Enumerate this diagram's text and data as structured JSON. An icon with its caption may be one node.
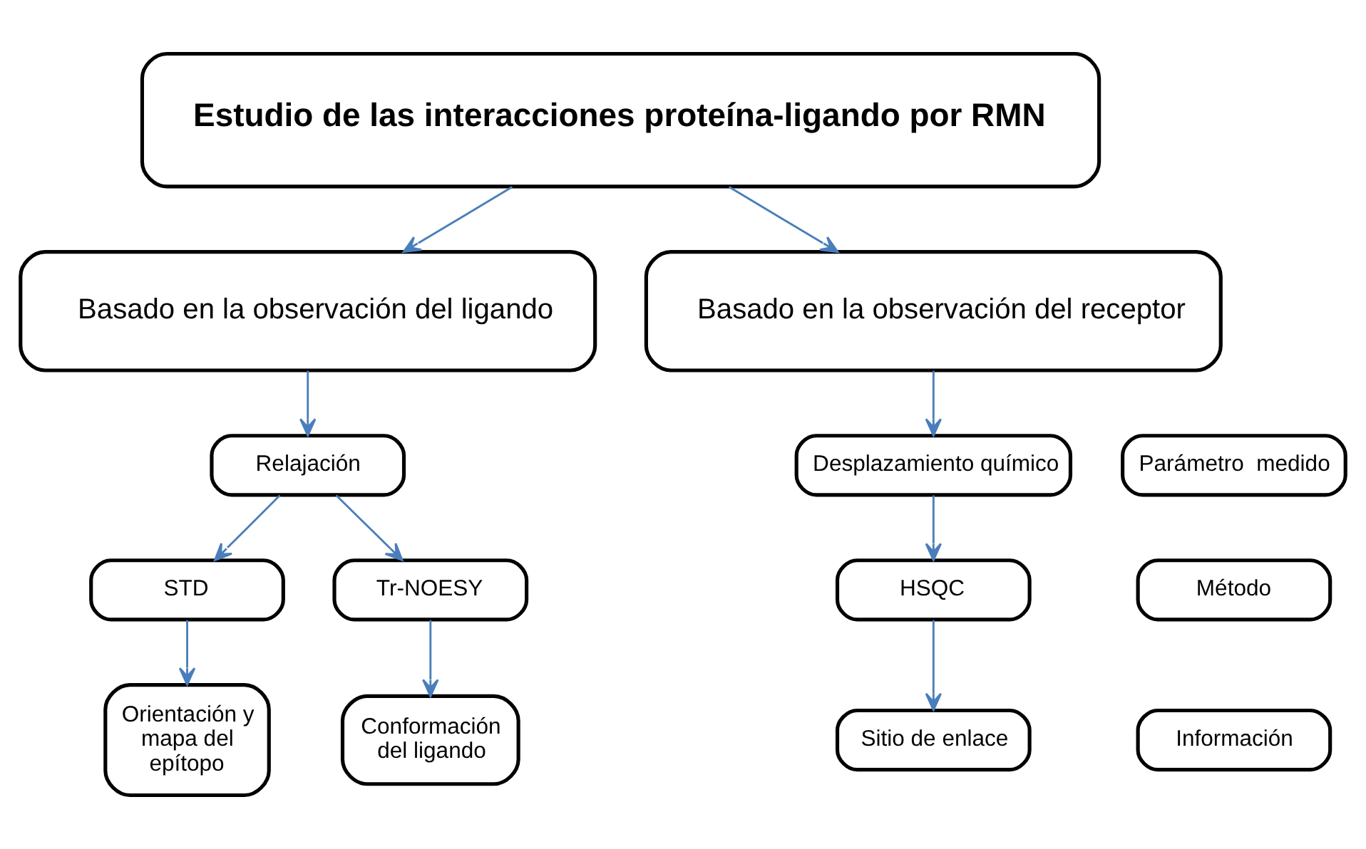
{
  "diagram": {
    "nodes": [
      {
        "text": [
          "Estudio de las interacciones proteína-ligando por RMN"
        ]
      },
      {
        "text": [
          "Basado en la observación del ligando"
        ]
      },
      {
        "text": [
          "Basado en la observación del receptor"
        ]
      },
      {
        "text": [
          "Parámetro  medido"
        ]
      },
      {
        "text": [
          "Relajación"
        ]
      },
      {
        "text": [
          "Desplazamiento químico"
        ]
      },
      {
        "text": [
          "Método"
        ]
      },
      {
        "text": [
          "STD"
        ]
      },
      {
        "text": [
          "Tr-NOESY"
        ]
      },
      {
        "text": [
          "HSQC"
        ]
      },
      {
        "text": [
          "Información"
        ]
      },
      {
        "text": [
          "Orientación y mapa del epítopo"
        ]
      },
      {
        "text": [
          "Conformación del ligando"
        ]
      },
      {
        "text": [
          "Sitio de enlace"
        ]
      }
    ],
    "edges": [
      {
        "from": 0,
        "to": 1,
        "arrow": "to"
      },
      {
        "from": 0,
        "to": 2,
        "arrow": "to"
      },
      {
        "from": 1,
        "to": 4,
        "arrow": "to"
      },
      {
        "from": 2,
        "to": 5,
        "arrow": "to"
      },
      {
        "from": 4,
        "to": 7,
        "arrow": "to"
      },
      {
        "from": 4,
        "to": 8,
        "arrow": "to"
      },
      {
        "from": 5,
        "to": 9,
        "arrow": "to"
      },
      {
        "from": 7,
        "to": 11,
        "arrow": "to"
      },
      {
        "from": 8,
        "to": 12,
        "arrow": "to"
      },
      {
        "from": 9,
        "to": 13,
        "arrow": "to"
      }
    ]
  }
}
